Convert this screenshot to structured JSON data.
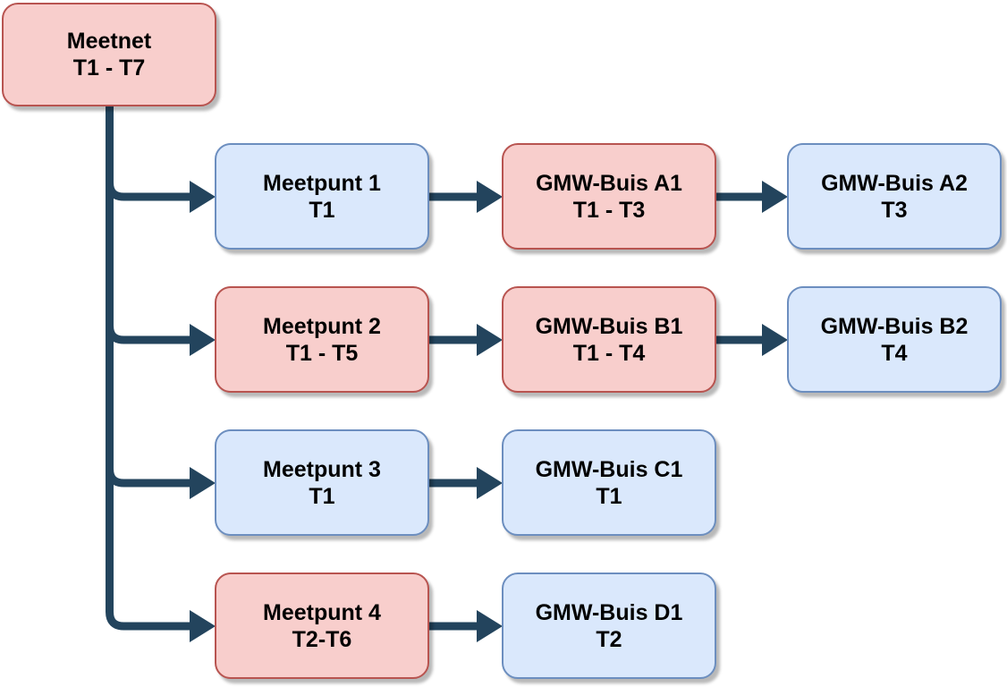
{
  "diagram": {
    "nodes": [
      {
        "id": "meetnet",
        "title": "Meetnet",
        "period": "T1 - T7",
        "color": "red"
      },
      {
        "id": "meetpunt-1",
        "title": "Meetpunt 1",
        "period": "T1",
        "color": "blue"
      },
      {
        "id": "gmw-buis-a1",
        "title": "GMW-Buis A1",
        "period": "T1 - T3",
        "color": "red"
      },
      {
        "id": "gmw-buis-a2",
        "title": "GMW-Buis A2",
        "period": "T3",
        "color": "blue"
      },
      {
        "id": "meetpunt-2",
        "title": "Meetpunt 2",
        "period": "T1 - T5",
        "color": "red"
      },
      {
        "id": "gmw-buis-b1",
        "title": "GMW-Buis B1",
        "period": "T1 - T4",
        "color": "red"
      },
      {
        "id": "gmw-buis-b2",
        "title": "GMW-Buis B2",
        "period": "T4",
        "color": "blue"
      },
      {
        "id": "meetpunt-3",
        "title": "Meetpunt 3",
        "period": "T1",
        "color": "blue"
      },
      {
        "id": "gmw-buis-c1",
        "title": "GMW-Buis C1",
        "period": "T1",
        "color": "blue"
      },
      {
        "id": "meetpunt-4",
        "title": "Meetpunt 4",
        "period": "T2-T6",
        "color": "red"
      },
      {
        "id": "gmw-buis-d1",
        "title": "GMW-Buis D1",
        "period": "T2",
        "color": "blue"
      }
    ],
    "edges": [
      {
        "from": "Meetnet",
        "to": "Meetpunt 1"
      },
      {
        "from": "Meetnet",
        "to": "Meetpunt 2"
      },
      {
        "from": "Meetnet",
        "to": "Meetpunt 3"
      },
      {
        "from": "Meetnet",
        "to": "Meetpunt 4"
      },
      {
        "from": "Meetpunt 1",
        "to": "GMW-Buis A1"
      },
      {
        "from": "GMW-Buis A1",
        "to": "GMW-Buis A2"
      },
      {
        "from": "Meetpunt 2",
        "to": "GMW-Buis B1"
      },
      {
        "from": "GMW-Buis B1",
        "to": "GMW-Buis B2"
      },
      {
        "from": "Meetpunt 3",
        "to": "GMW-Buis C1"
      },
      {
        "from": "Meetpunt 4",
        "to": "GMW-Buis D1"
      }
    ],
    "colors": {
      "red_fill": "#f8cecc",
      "red_border": "#b85450",
      "blue_fill": "#dae8fc",
      "blue_border": "#6c8ebf",
      "connector": "#23445d",
      "text": "#000000"
    }
  }
}
